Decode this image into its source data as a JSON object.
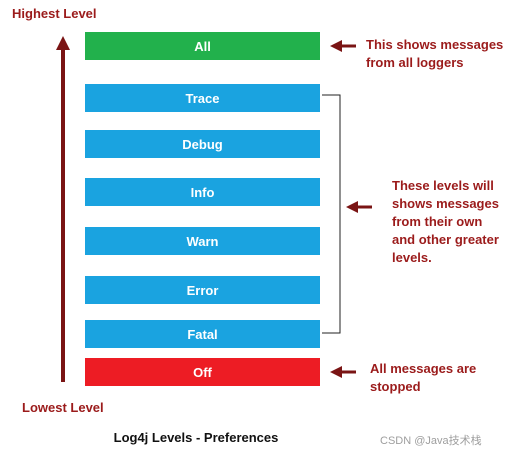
{
  "labels": {
    "highest": "Highest Level",
    "lowest": "Lowest Level"
  },
  "levels": [
    {
      "label": "All",
      "color": "#22b14c"
    },
    {
      "label": "Trace",
      "color": "#1aa3e0"
    },
    {
      "label": "Debug",
      "color": "#1aa3e0"
    },
    {
      "label": "Info",
      "color": "#1aa3e0"
    },
    {
      "label": "Warn",
      "color": "#1aa3e0"
    },
    {
      "label": "Error",
      "color": "#1aa3e0"
    },
    {
      "label": "Fatal",
      "color": "#1aa3e0"
    },
    {
      "label": "Off",
      "color": "#ed1c24"
    }
  ],
  "notes": {
    "all_line1": "This shows messages",
    "all_line2": "from all loggers",
    "mid_line1": "These levels will",
    "mid_line2": "shows messages",
    "mid_line3": "from their own",
    "mid_line4": "and other greater",
    "mid_line5": "levels.",
    "off_line1": "All messages are",
    "off_line2": "stopped"
  },
  "caption": "Log4j Levels - Preferences",
  "watermark": "CSDN @Java技术栈",
  "colors": {
    "accent": "#9b1b1b",
    "all": "#22b14c",
    "level": "#1aa3e0",
    "off": "#ed1c24"
  }
}
